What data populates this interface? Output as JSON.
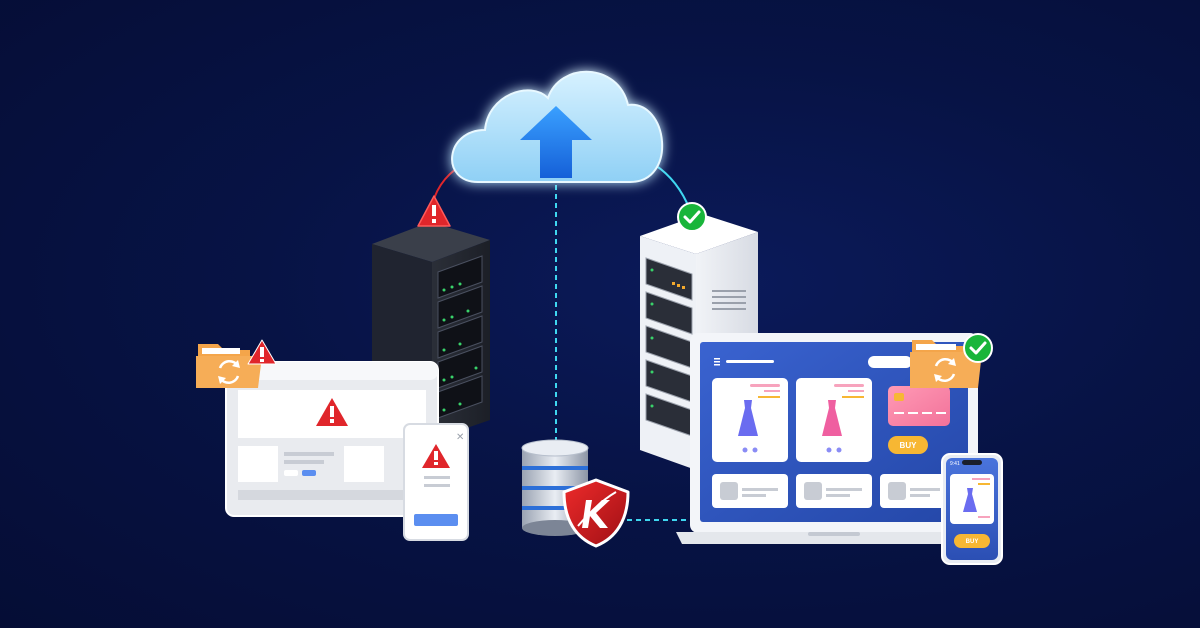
{
  "colors": {
    "background": "#071345",
    "cloud": "#bfe8ff",
    "upload_arrow": "#1e88ff",
    "warning": "#e0262b",
    "success": "#19b53a",
    "folder": "#f6a24a",
    "laptop_screen": "#2f57c4",
    "buy_button": "#f7b733",
    "shield": "#c8161d"
  },
  "icons": {
    "cloud": "cloud-upload-icon",
    "left_server": "server-rack-dark-icon",
    "right_server": "server-rack-light-icon",
    "database": "database-icon",
    "shield": "shield-logo-icon",
    "warning": "warning-triangle-icon",
    "success": "check-circle-icon",
    "folder_sync": "folder-sync-icon"
  },
  "shop": {
    "buy_label": "BUY",
    "phone_buy_label": "BUY",
    "phone_time": "9:41"
  }
}
